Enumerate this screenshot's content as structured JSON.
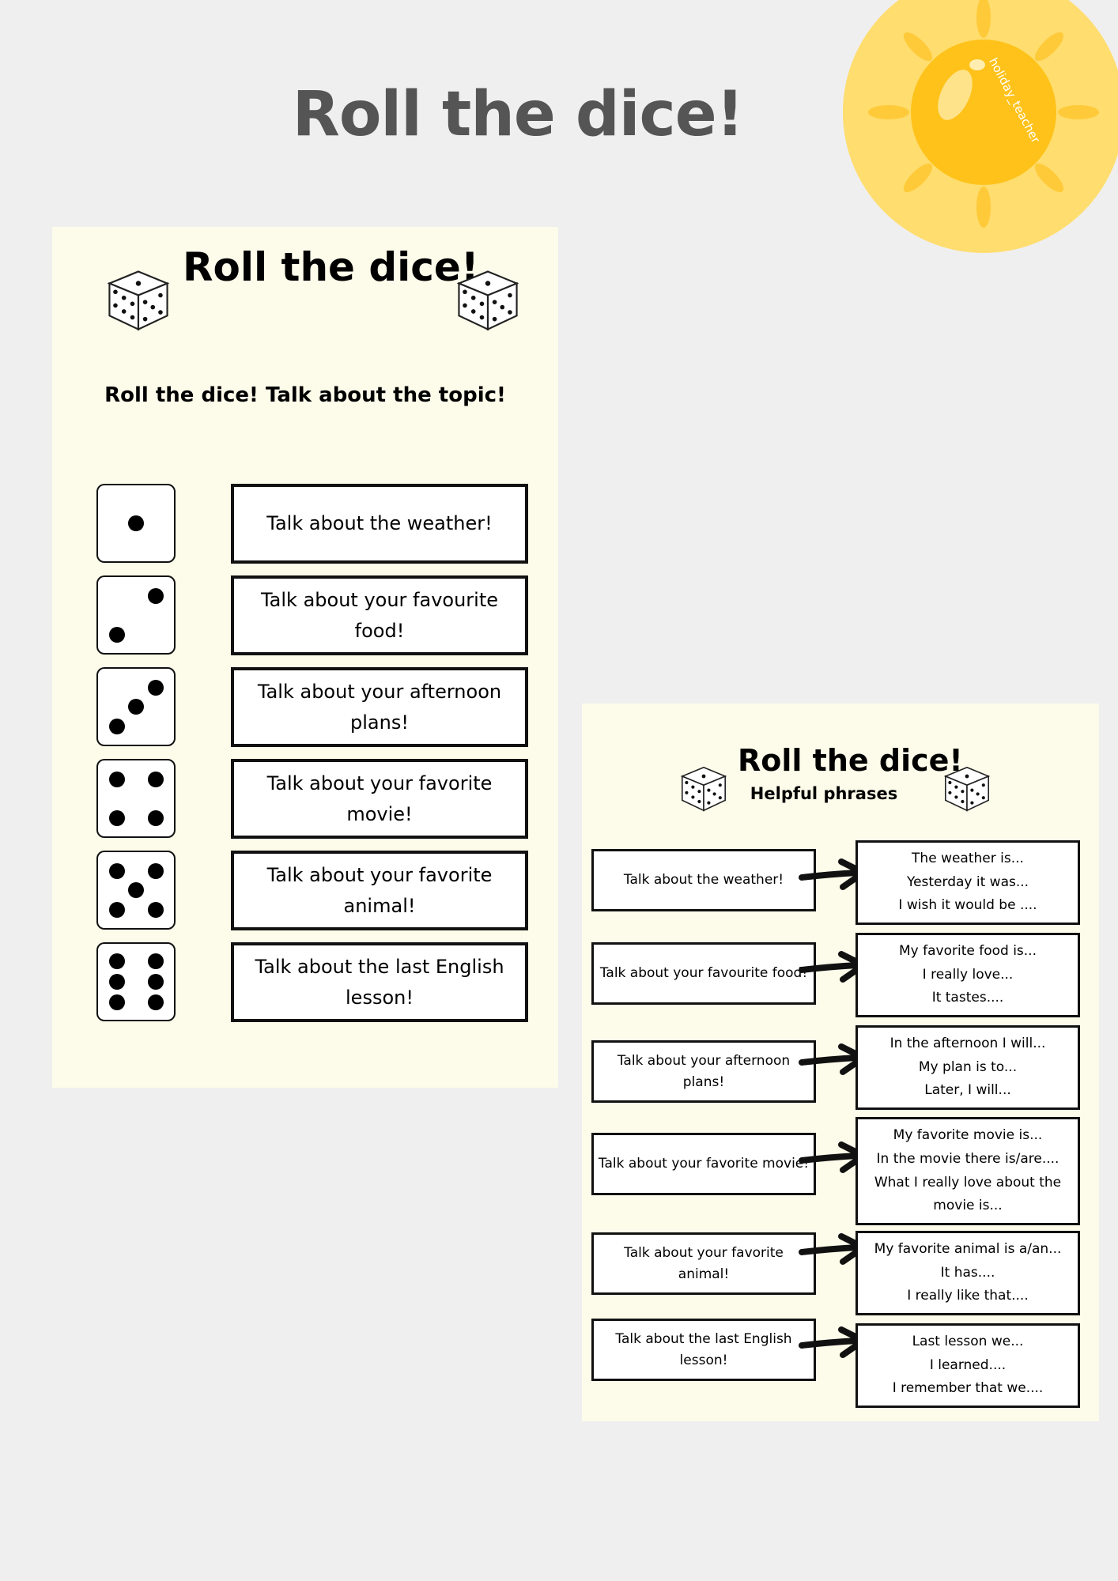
{
  "page": {
    "title": "Roll the dice!"
  },
  "decoration": {
    "sun_tag": "holiday_teacher",
    "sun_color": "#ffd55a",
    "sun_core_color": "#ffc21a"
  },
  "left_sheet": {
    "title": "Roll the dice!",
    "instruction": "Roll the dice! Talk about the topic!",
    "rows": [
      {
        "die_value": 1,
        "topic": "Talk about the weather!"
      },
      {
        "die_value": 2,
        "topic": "Talk about your favourite food!"
      },
      {
        "die_value": 3,
        "topic": "Talk about your afternoon plans!"
      },
      {
        "die_value": 4,
        "topic": "Talk about your favorite movie!"
      },
      {
        "die_value": 5,
        "topic": "Talk about your favorite animal!"
      },
      {
        "die_value": 6,
        "topic": "Talk about the last English lesson!"
      }
    ]
  },
  "right_sheet": {
    "title": "Roll the dice!",
    "subtitle": "Helpful phrases",
    "rows": [
      {
        "topic": "Talk about the weather!",
        "phrases": [
          "The weather is...",
          "Yesterday it was...",
          "I wish it would be ...."
        ]
      },
      {
        "topic": "Talk about your favourite food!",
        "phrases": [
          "My favorite food is...",
          "I really love...",
          "It tastes...."
        ]
      },
      {
        "topic": "Talk about your afternoon plans!",
        "phrases": [
          "In the afternoon I will...",
          "My plan is to...",
          "Later, I will..."
        ]
      },
      {
        "topic": "Talk about your favorite movie!",
        "phrases": [
          "My favorite movie is...",
          "In the movie there is/are....",
          "What I really love about the movie is..."
        ]
      },
      {
        "topic": "Talk about your favorite animal!",
        "phrases": [
          "My favorite animal is a/an...",
          "It has....",
          "I really like that...."
        ]
      },
      {
        "topic": "Talk about the last English lesson!",
        "phrases": [
          "Last lesson we...",
          "I learned....",
          "I remember that we...."
        ]
      }
    ]
  }
}
